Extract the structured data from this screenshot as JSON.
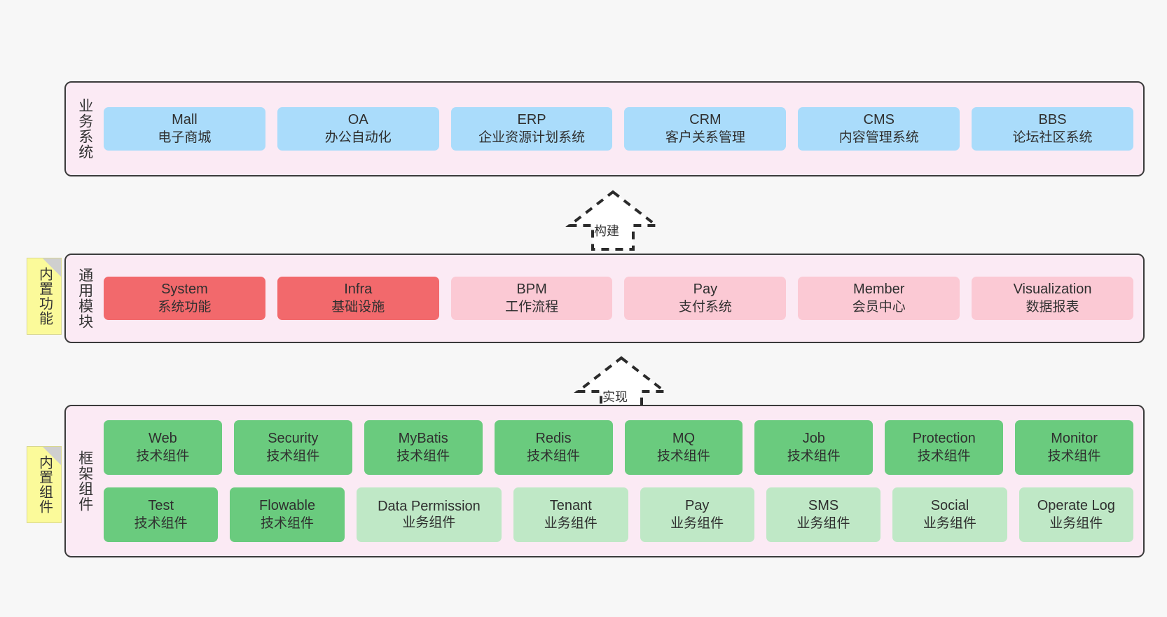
{
  "diagram": {
    "title_text_visible": false,
    "background_color": "#f7f7f7",
    "layer_bg_color": "#fbeaf4",
    "layer_border_color": "#3b3b3b",
    "note_color": "#fbfa9a"
  },
  "layers": [
    {
      "id": "business-system",
      "side_title": "业务系统",
      "rows": [
        {
          "cards": [
            {
              "title": "Mall",
              "subtitle": "电子商城",
              "color": "#aadcfb",
              "style": "blue"
            },
            {
              "title": "OA",
              "subtitle": "办公自动化",
              "color": "#aadcfb",
              "style": "blue"
            },
            {
              "title": "ERP",
              "subtitle": "企业资源计划系统",
              "color": "#aadcfb",
              "style": "blue"
            },
            {
              "title": "CRM",
              "subtitle": "客户关系管理",
              "color": "#aadcfb",
              "style": "blue"
            },
            {
              "title": "CMS",
              "subtitle": "内容管理系统",
              "color": "#aadcfb",
              "style": "blue"
            },
            {
              "title": "BBS",
              "subtitle": "论坛社区系统",
              "color": "#aadcfb",
              "style": "blue"
            }
          ]
        }
      ]
    },
    {
      "id": "common-module",
      "side_title": "通用模块",
      "note": "内置功能",
      "rows": [
        {
          "cards": [
            {
              "title": "System",
              "subtitle": "系统功能",
              "color": "#f2696c",
              "style": "red"
            },
            {
              "title": "Infra",
              "subtitle": "基础设施",
              "color": "#f2696c",
              "style": "red"
            },
            {
              "title": "BPM",
              "subtitle": "工作流程",
              "color": "#fbc9d4",
              "style": "pink"
            },
            {
              "title": "Pay",
              "subtitle": "支付系统",
              "color": "#fbc9d4",
              "style": "pink"
            },
            {
              "title": "Member",
              "subtitle": "会员中心",
              "color": "#fbc9d4",
              "style": "pink"
            },
            {
              "title": "Visualization",
              "subtitle": "数据报表",
              "color": "#fbc9d4",
              "style": "pink"
            }
          ]
        }
      ]
    },
    {
      "id": "framework-component",
      "side_title": "框架组件",
      "note": "内置组件",
      "rows": [
        {
          "cards": [
            {
              "title": "Web",
              "subtitle": "技术组件",
              "color": "#6acb7e",
              "style": "green"
            },
            {
              "title": "Security",
              "subtitle": "技术组件",
              "color": "#6acb7e",
              "style": "green"
            },
            {
              "title": "MyBatis",
              "subtitle": "技术组件",
              "color": "#6acb7e",
              "style": "green"
            },
            {
              "title": "Redis",
              "subtitle": "技术组件",
              "color": "#6acb7e",
              "style": "green"
            },
            {
              "title": "MQ",
              "subtitle": "技术组件",
              "color": "#6acb7e",
              "style": "green"
            },
            {
              "title": "Job",
              "subtitle": "技术组件",
              "color": "#6acb7e",
              "style": "green"
            },
            {
              "title": "Protection",
              "subtitle": "技术组件",
              "color": "#6acb7e",
              "style": "green"
            },
            {
              "title": "Monitor",
              "subtitle": "技术组件",
              "color": "#6acb7e",
              "style": "green"
            }
          ]
        },
        {
          "cards": [
            {
              "title": "Test",
              "subtitle": "技术组件",
              "color": "#6acb7e",
              "style": "green"
            },
            {
              "title": "Flowable",
              "subtitle": "技术组件",
              "color": "#6acb7e",
              "style": "green"
            },
            {
              "title": "Data Permission",
              "subtitle": "业务组件",
              "color": "#bfe8c6",
              "style": "lgreen"
            },
            {
              "title": "Tenant",
              "subtitle": "业务组件",
              "color": "#bfe8c6",
              "style": "lgreen"
            },
            {
              "title": "Pay",
              "subtitle": "业务组件",
              "color": "#bfe8c6",
              "style": "lgreen"
            },
            {
              "title": "SMS",
              "subtitle": "业务组件",
              "color": "#bfe8c6",
              "style": "lgreen"
            },
            {
              "title": "Social",
              "subtitle": "业务组件",
              "color": "#bfe8c6",
              "style": "lgreen"
            },
            {
              "title": "Operate Log",
              "subtitle": "业务组件",
              "color": "#bfe8c6",
              "style": "lgreen"
            }
          ]
        }
      ]
    }
  ],
  "connectors": [
    {
      "id": "build-arrow",
      "label": "构建",
      "direction": "up"
    },
    {
      "id": "implement-arrow",
      "label": "实现",
      "direction": "up"
    }
  ]
}
